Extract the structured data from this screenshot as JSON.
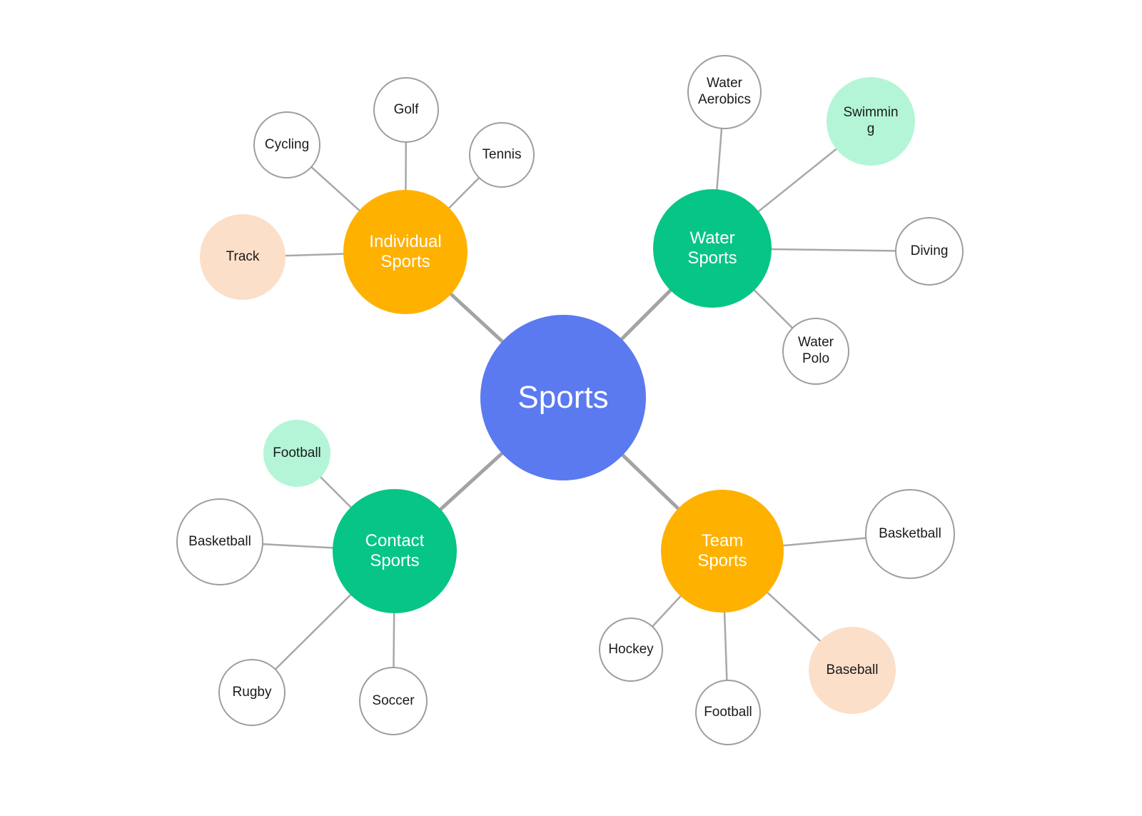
{
  "diagram_type": "mind-map",
  "center": {
    "label": "Sports"
  },
  "clusters": [
    {
      "id": "individual-sports",
      "label": [
        "Individual",
        "Sports"
      ],
      "color": "orange",
      "leaves": [
        {
          "label": "Golf"
        },
        {
          "label": "Cycling"
        },
        {
          "label": "Tennis"
        },
        {
          "label": "Track",
          "variant": "peach"
        }
      ]
    },
    {
      "id": "water-sports",
      "label": [
        "Water",
        "Sports"
      ],
      "color": "green",
      "leaves": [
        {
          "label": [
            "Water",
            "Aerobics"
          ]
        },
        {
          "label": [
            "Swimmin",
            "g"
          ],
          "variant": "mint"
        },
        {
          "label": "Diving"
        },
        {
          "label": [
            "Water",
            "Polo"
          ]
        }
      ]
    },
    {
      "id": "contact-sports",
      "label": [
        "Contact",
        "Sports"
      ],
      "color": "green",
      "leaves": [
        {
          "label": "Football",
          "variant": "mint"
        },
        {
          "label": "Basketball"
        },
        {
          "label": "Rugby"
        },
        {
          "label": "Soccer"
        }
      ]
    },
    {
      "id": "team-sports",
      "label": [
        "Team",
        "Sports"
      ],
      "color": "orange",
      "leaves": [
        {
          "label": "Basketball"
        },
        {
          "label": "Hockey"
        },
        {
          "label": "Football"
        },
        {
          "label": "Baseball",
          "variant": "peach"
        }
      ]
    }
  ],
  "colors": {
    "center_fill": "#5B7AF0",
    "category_orange": "#FFB100",
    "category_green": "#06C586",
    "leaf_mint": "#B4F5D8",
    "leaf_peach": "#FBDFC9",
    "leaf_border": "#9E9E9E",
    "edge_thick": "#A3A3A3",
    "edge_thin": "#A8A8A8",
    "center_text": "#FFFFFF",
    "leaf_text": "#1A1A1A"
  }
}
